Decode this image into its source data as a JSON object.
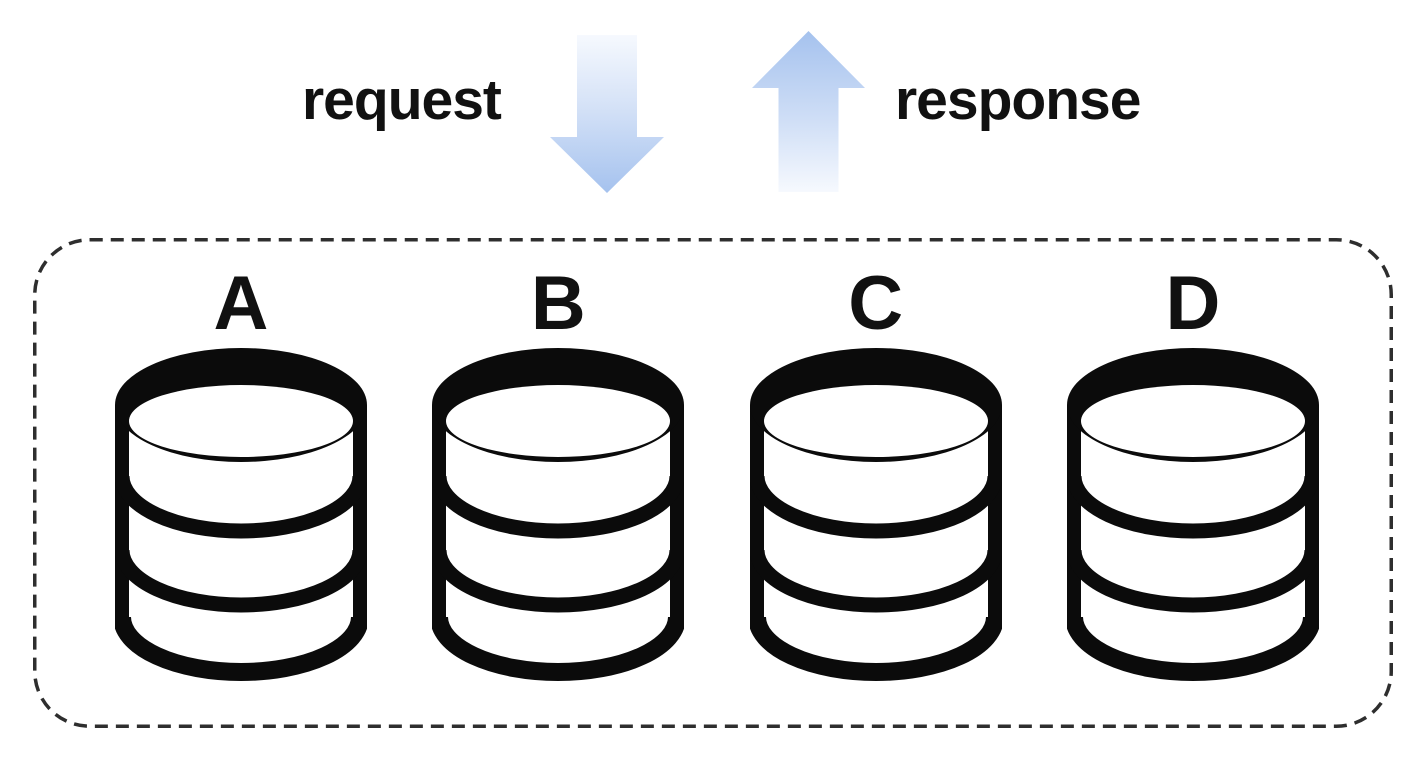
{
  "diagram": {
    "request_label": "request",
    "response_label": "response",
    "cluster": {
      "databases": [
        {
          "label": "A"
        },
        {
          "label": "B"
        },
        {
          "label": "C"
        },
        {
          "label": "D"
        }
      ]
    },
    "icons": {
      "request_arrow": "arrow-down-icon",
      "response_arrow": "arrow-up-icon",
      "database": "database-cylinder-icon"
    },
    "colors": {
      "arrow_gradient_light": "#f6f9fe",
      "arrow_gradient_dark": "#a5c2ee",
      "icon_stroke": "#0b0b0b",
      "dashed_border": "#2e2e2e",
      "text": "#111111",
      "background": "#ffffff"
    }
  }
}
